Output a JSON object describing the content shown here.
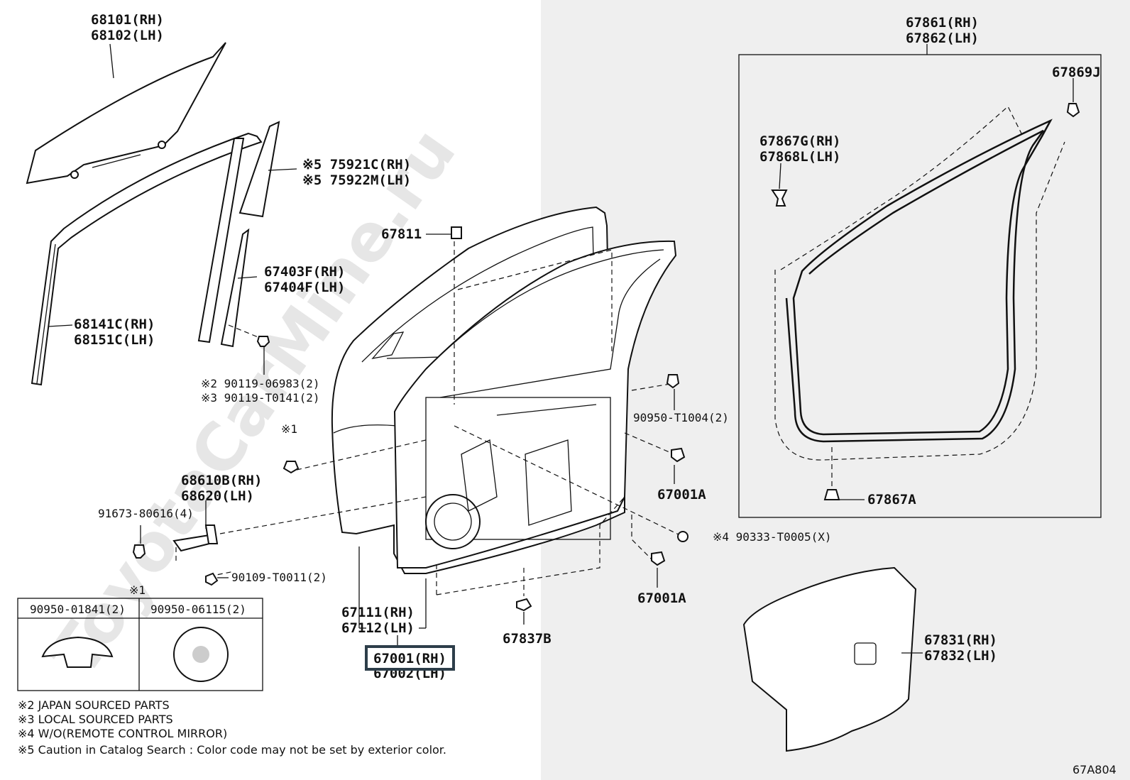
{
  "parts": {
    "p68101": "68101(RH)",
    "p68102": "68102(LH)",
    "p75921": "※5 75921C(RH)",
    "p75922": "※5 75922M(LH)",
    "p67811": "67811",
    "p67403": "67403F(RH)",
    "p67404": "67404F(LH)",
    "p68141": "68141C(RH)",
    "p68151": "68151C(LH)",
    "p90119a": "※2 90119-06983(2)",
    "p90119b": "※3 90119-T0141(2)",
    "mark1": "※1",
    "p68610": "68610B(RH)",
    "p68620": "68620(LH)",
    "p91673": "91673-80616(4)",
    "p90109": "90109-T0011(2)",
    "p90950t": "90950-T1004(2)",
    "p67001a1": "67001A",
    "p67001a2": "67001A",
    "p90333": "※4 90333-T0005(X)",
    "p67111": "67111(RH)",
    "p67112": "67112(LH)",
    "p67001": "67001(RH)",
    "p67002": "67002(LH)",
    "p67837": "67837B",
    "p67861": "67861(RH)",
    "p67862": "67862(LH)",
    "p67869": "67869J",
    "p67867g": "67867G(RH)",
    "p67868": "67868L(LH)",
    "p67867a": "67867A",
    "p67831": "67831(RH)",
    "p67832": "67832(LH)"
  },
  "table": {
    "header_mark": "※1",
    "col1": "90950-01841(2)",
    "col2": "90950-06115(2)"
  },
  "notes": [
    "※2 JAPAN SOURCED PARTS",
    "※3 LOCAL SOURCED PARTS",
    "※4 W/O(REMOTE CONTROL MIRROR)",
    "※5 Caution in Catalog Search : Color code may not be set by exterior color."
  ],
  "diagram_code": "67A804",
  "watermark": "ToyotaCarMine.ru",
  "colors": {
    "right_panel_bg": "#efefef",
    "highlight_box": "#2d3e4a"
  }
}
